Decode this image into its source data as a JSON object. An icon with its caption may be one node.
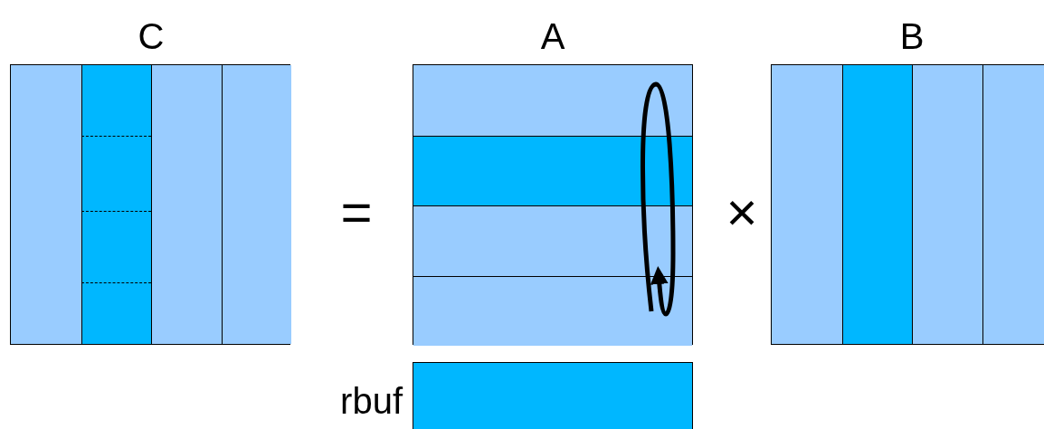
{
  "diagram": {
    "nodes": [
      {
        "text": [
          "C"
        ]
      },
      {
        "text": [
          "A"
        ]
      },
      {
        "text": [
          "B"
        ]
      },
      {
        "text": [
          "rbuf"
        ]
      }
    ],
    "labels": [
      "=",
      "×"
    ]
  }
}
